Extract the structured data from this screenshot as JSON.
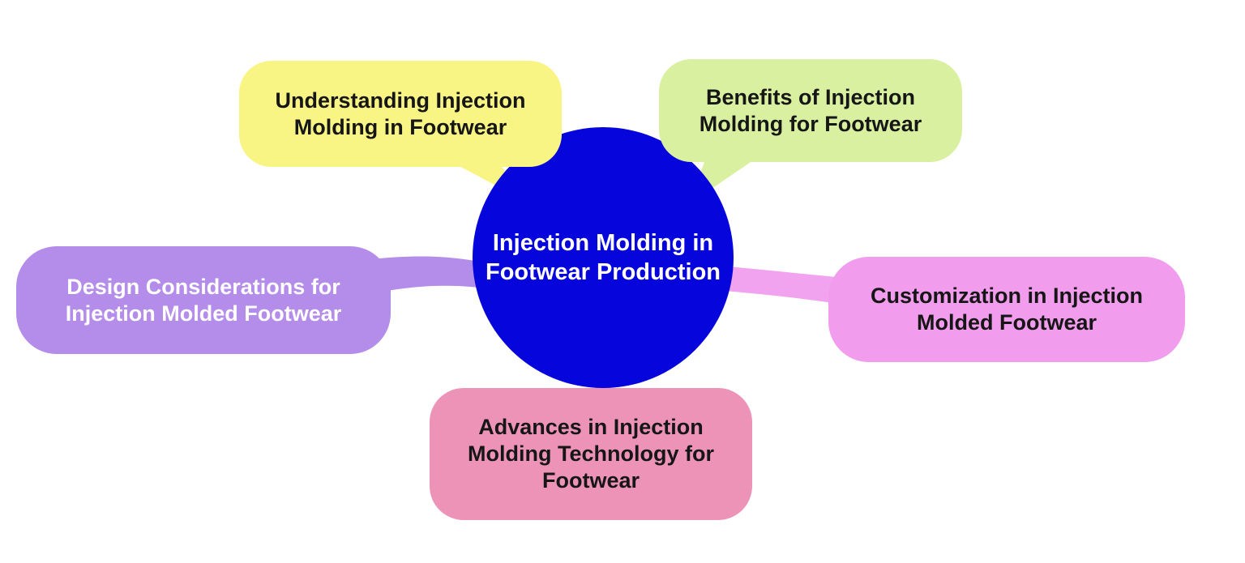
{
  "diagram": {
    "type": "mind-map",
    "background_color": "#FFFFFF",
    "center": {
      "label": "Injection Molding in Footwear Production",
      "shape": "circle",
      "color": "#0505DC",
      "text_color": "#FFFFFF"
    },
    "nodes": [
      {
        "id": "understanding",
        "label": "Understanding Injection Molding in Footwear",
        "position": "top-left",
        "shape": "speech-bubble",
        "color": "#F9F585",
        "text_color": "#161616",
        "connector": "tail-to-center"
      },
      {
        "id": "benefits",
        "label": "Benefits of Injection Molding for Footwear",
        "position": "top-right",
        "shape": "speech-bubble",
        "color": "#D9F0A1",
        "text_color": "#161616",
        "connector": "tail-to-center"
      },
      {
        "id": "design",
        "label": "Design Considerations for Injection Molded Footwear",
        "position": "left",
        "shape": "rounded-rectangle",
        "color": "#B48CE9",
        "text_color": "#FFFFFF",
        "connector": "band-to-center",
        "connector_color": "#B48CE9"
      },
      {
        "id": "customization",
        "label": "Customization in Injection Molded Footwear",
        "position": "right",
        "shape": "rounded-rectangle",
        "color": "#F19CEC",
        "text_color": "#161616",
        "connector": "band-to-center",
        "connector_color": "#F1A3EF"
      },
      {
        "id": "advances",
        "label": "Advances in Injection Molding Technology for Footwear",
        "position": "bottom",
        "shape": "rounded-rectangle",
        "color": "#EE93B8",
        "text_color": "#161616",
        "connector": "touching-center"
      }
    ]
  }
}
